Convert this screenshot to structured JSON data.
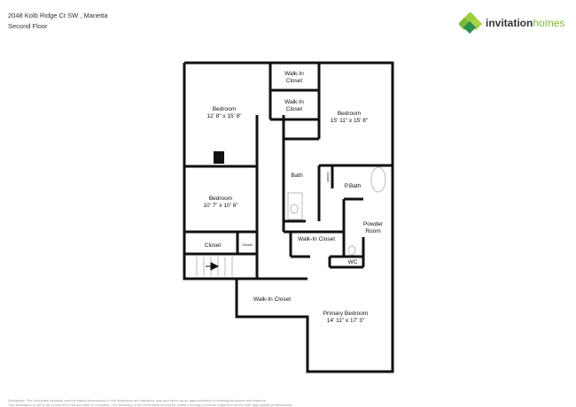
{
  "header": {
    "address": "2048 Kolb Ridge Ct SW , Marietta",
    "floor": "Second Floor"
  },
  "brand": {
    "name_a": "invitation",
    "name_b": "homes",
    "accent": "#7cb83a"
  },
  "rooms": {
    "bedroom1": {
      "name": "Bedroom",
      "dims": "12' 8\" x 15' 8\""
    },
    "walkin1": {
      "name1": "Walk-In",
      "name2": "Closet"
    },
    "walkin2": {
      "name1": "Walk-In",
      "name2": "Closet"
    },
    "bedroom2": {
      "name": "Bedroom",
      "dims": "15' 11\" x 15' 8\""
    },
    "bedroom3": {
      "name": "Bedroom",
      "dims": "10' 7\" x 10' 6\""
    },
    "bath": {
      "name": "Bath"
    },
    "small_closet": {
      "name": "Closet"
    },
    "pbath": {
      "name": "P.Bath"
    },
    "powder": {
      "name1": "Powder",
      "name2": "Room"
    },
    "walkin3": {
      "name": "Walk-In Closet"
    },
    "wc": {
      "name": "WC"
    },
    "closet": {
      "name": "Closet"
    },
    "closet_small2": {
      "name": "Closet"
    },
    "walkin4": {
      "name": "Walk-In Closet"
    },
    "primary": {
      "name": "Primary Bedroom",
      "dims": "14' 11\" x 17' 3\""
    }
  },
  "disclaimer": {
    "line1": "Disclaimer: The floorplans depicted and the stated dimensions in this illustration are indicative only and serve as an approximation of existing structures and features.",
    "line2": "This illustration is not to be construed to be accurate or complete. The accuracy of all information should be verified through personal inspection and/or with appropriate professionals."
  }
}
